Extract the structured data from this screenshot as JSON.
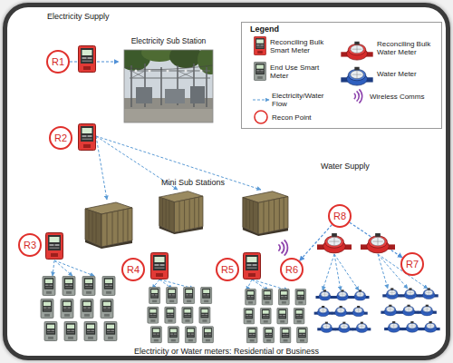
{
  "diagram": {
    "nodes": [
      {
        "text": [
          "R1"
        ]
      },
      {
        "text": [
          "Electricity Sub Station"
        ]
      },
      {
        "text": [
          "R2"
        ]
      },
      {
        "text": [
          "R8"
        ]
      },
      {
        "text": [
          "R3"
        ]
      },
      {
        "text": [
          "R4"
        ]
      },
      {
        "text": [
          "R5"
        ]
      },
      {
        "text": [
          "R6"
        ]
      },
      {
        "text": [
          "R7"
        ]
      }
    ],
    "edges": [
      {
        "from": 0,
        "to": 1,
        "arrow": "to"
      },
      {
        "from": 3,
        "to": 7,
        "arrow": "to"
      },
      {
        "from": 3,
        "to": 8,
        "arrow": "to"
      }
    ],
    "labels": [
      "Electricity Supply",
      "Mini Sub Stations",
      "Water Supply",
      "Legend",
      "Electricity or Water meters: Residential or Business"
    ],
    "legend": [
      {
        "text": "Reconciling Bulk Smart Meter"
      },
      {
        "text": "Reconciling Bulk Water Meter"
      },
      {
        "text": "End Use Smart Meter"
      },
      {
        "text": "Water Meter"
      },
      {
        "text": "Electricity/Water Flow"
      },
      {
        "text": "Wireless Comms"
      },
      {
        "text": "Recon Point"
      }
    ]
  }
}
